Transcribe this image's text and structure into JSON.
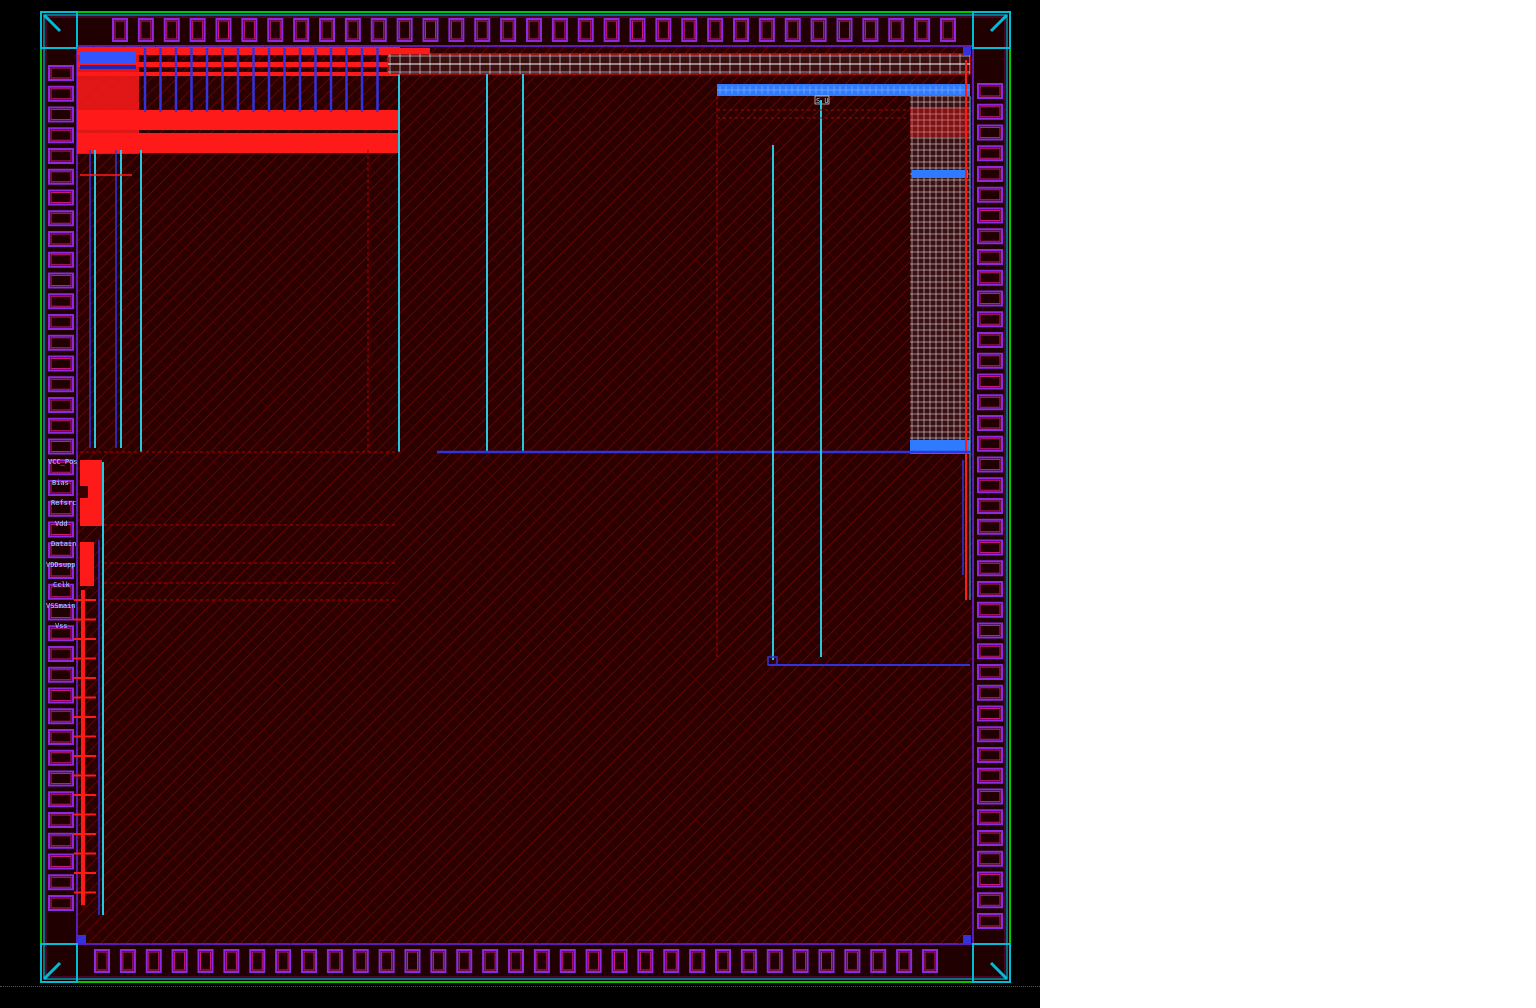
{
  "viewer": {
    "background": "#000000",
    "canvas_right_background": "#ffffff"
  },
  "layers": {
    "boundary": "#00c800",
    "seal": "#00bcd4",
    "core_fill": "#3a0000",
    "core_hatch": "#8b0000",
    "metal_red": "#ff1a1a",
    "metal_blue": "#3333dd",
    "via_cyan": "#29c6e0",
    "pad_purple": "#8a2be2",
    "pad_magenta": "#c8187a",
    "mem_white": "#e8e8f0",
    "mem_blue": "#2e7bff"
  },
  "pads": {
    "top_count": 33,
    "bottom_count": 33,
    "left_count": 41,
    "right_count": 41
  },
  "pin_labels": [
    "VCC_Pos",
    "Bias",
    "Refsrc",
    "Vdd",
    "Datain",
    "VDDsupp",
    "Cclk",
    "VSSmain",
    "Vss"
  ],
  "block_marker": "S U"
}
